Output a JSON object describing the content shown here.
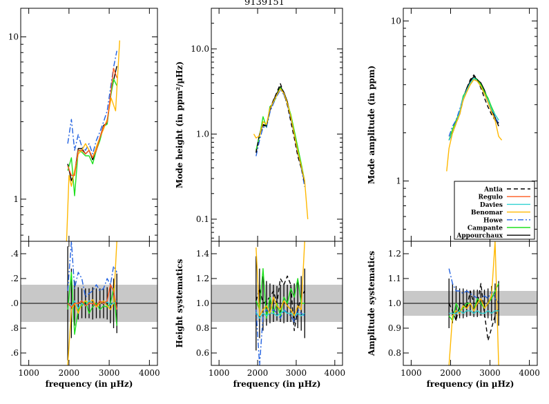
{
  "figure_title": "9139151",
  "colors": {
    "Antia": "#000000",
    "Regulo": "#ff5a1e",
    "Davies": "#2fd1d1",
    "Benomar": "#ffb800",
    "Howe": "#2060e0",
    "Campante": "#1ee01e",
    "Appourchaux": "#000000",
    "band": "#c8c8c8"
  },
  "legend": {
    "placement": "lower-right of right top panel",
    "entries": [
      "Antia",
      "Regulo",
      "Davies",
      "Benomar",
      "Howe",
      "Campante",
      "Appourchaux"
    ]
  },
  "chart_data": [
    {
      "type": "line",
      "panel": "left-top",
      "xlabel": "",
      "ylabel": "",
      "xlim": [
        800,
        4200
      ],
      "ylim": [
        0.55,
        15
      ],
      "yscale": "log",
      "yticks": [
        1,
        10
      ],
      "ytick_labels": [
        "1",
        "10"
      ],
      "x": [
        1970,
        2060,
        2140,
        2230,
        2320,
        2410,
        2500,
        2590,
        2680,
        2770,
        2860,
        2950,
        3030,
        3110,
        3190
      ],
      "series": [
        {
          "name": "Appourchaux",
          "y": [
            1.65,
            1.3,
            1.45,
            2.05,
            2.05,
            1.9,
            2.0,
            1.75,
            2.0,
            2.4,
            2.85,
            2.95,
            4.3,
            5.4,
            6.6
          ],
          "style": "solid"
        },
        {
          "name": "Campante",
          "y": [
            1.5,
            1.8,
            1.05,
            2.0,
            1.95,
            1.85,
            1.85,
            1.65,
            2.0,
            2.3,
            2.8,
            2.9,
            4.2,
            5.5,
            5.0
          ],
          "style": "solid"
        },
        {
          "name": "Howe",
          "y": [
            2.2,
            3.1,
            2.0,
            2.5,
            2.1,
            2.0,
            2.2,
            1.9,
            2.3,
            2.6,
            3.0,
            3.5,
            4.8,
            6.5,
            8.2
          ],
          "style": "dashdot"
        },
        {
          "name": "Benomar",
          "x": [
            1940,
            2000,
            2060,
            2140,
            2230,
            2320,
            2410,
            2500,
            2590,
            2680,
            2770,
            2860,
            2950,
            3050,
            3160,
            3260
          ],
          "y": [
            0.55,
            1.4,
            1.2,
            1.5,
            1.9,
            2.0,
            2.2,
            2.0,
            1.8,
            2.1,
            2.4,
            2.7,
            3.1,
            4.2,
            3.5,
            9.5
          ],
          "style": "solid"
        },
        {
          "name": "Regulo",
          "y": [
            1.6,
            1.4,
            1.4,
            2.0,
            2.0,
            1.9,
            2.0,
            1.8,
            2.0,
            2.4,
            2.8,
            3.0,
            4.3,
            6.4,
            5.6
          ],
          "style": "solid"
        }
      ]
    },
    {
      "type": "line",
      "panel": "mid-top",
      "xlabel": "",
      "ylabel": "Mode height (in ppm²/µHz)",
      "xlim": [
        800,
        4200
      ],
      "ylim": [
        0.055,
        30
      ],
      "yscale": "log",
      "yticks": [
        0.1,
        1.0,
        10.0
      ],
      "ytick_labels": [
        "0.1",
        "1.0",
        "10.0"
      ],
      "x": [
        1960,
        2050,
        2140,
        2230,
        2320,
        2410,
        2500,
        2590,
        2680,
        2770,
        2860,
        2950,
        3040,
        3130,
        3220
      ],
      "series": [
        {
          "name": "Appourchaux",
          "y": [
            0.62,
            1.0,
            1.3,
            1.25,
            1.9,
            2.5,
            3.0,
            3.6,
            3.1,
            2.4,
            1.6,
            1.0,
            0.6,
            0.42,
            0.27
          ],
          "style": "solid"
        },
        {
          "name": "Campante",
          "y": [
            0.65,
            0.95,
            1.6,
            1.2,
            2.1,
            2.3,
            2.9,
            3.5,
            3.0,
            2.3,
            1.7,
            1.1,
            0.7,
            0.45,
            0.28
          ],
          "style": "solid"
        },
        {
          "name": "Howe",
          "y": [
            0.55,
            0.85,
            1.2,
            1.2,
            1.8,
            2.3,
            2.8,
            3.3,
            2.9,
            2.2,
            1.5,
            1.0,
            0.6,
            0.4,
            0.24
          ],
          "style": "dashdot"
        },
        {
          "name": "Antia",
          "y": [
            0.6,
            1.0,
            1.25,
            1.25,
            2.0,
            2.5,
            3.1,
            3.9,
            3.0,
            2.2,
            1.4,
            0.9,
            0.55,
            0.4,
            0.27
          ],
          "style": "dash"
        },
        {
          "name": "Benomar",
          "x": [
            1900,
            1960,
            2050,
            2140,
            2230,
            2320,
            2410,
            2500,
            2590,
            2680,
            2770,
            2860,
            2950,
            3040,
            3130,
            3220,
            3300
          ],
          "y": [
            1.0,
            0.9,
            0.95,
            1.4,
            1.3,
            2.0,
            2.4,
            2.9,
            3.4,
            3.0,
            2.3,
            1.6,
            1.0,
            0.62,
            0.42,
            0.28,
            0.1
          ],
          "style": "solid"
        }
      ]
    },
    {
      "type": "line",
      "panel": "right-top",
      "xlabel": "",
      "ylabel": "Mode amplitude (in ppm)",
      "xlim": [
        800,
        4200
      ],
      "ylim": [
        0.42,
        12
      ],
      "yscale": "log",
      "yticks": [
        1,
        10
      ],
      "ytick_labels": [
        "1",
        "10"
      ],
      "x": [
        1960,
        2050,
        2140,
        2230,
        2320,
        2410,
        2500,
        2590,
        2680,
        2770,
        2860,
        2950,
        3040,
        3130,
        3220
      ],
      "series": [
        {
          "name": "Appourchaux",
          "y": [
            1.8,
            2.0,
            2.3,
            2.7,
            3.3,
            3.8,
            4.2,
            4.5,
            4.3,
            4.1,
            3.7,
            3.2,
            2.8,
            2.5,
            2.2
          ],
          "style": "solid"
        },
        {
          "name": "Campante",
          "y": [
            1.8,
            2.1,
            2.4,
            2.7,
            3.4,
            3.7,
            4.1,
            4.4,
            4.3,
            4.0,
            3.6,
            3.3,
            2.9,
            2.6,
            2.4
          ],
          "style": "solid"
        },
        {
          "name": "Howe",
          "y": [
            1.9,
            2.2,
            2.4,
            2.8,
            3.3,
            3.7,
            4.1,
            4.4,
            4.2,
            3.9,
            3.5,
            3.1,
            2.7,
            2.5,
            2.3
          ],
          "style": "dashdot"
        },
        {
          "name": "Antia",
          "y": [
            1.8,
            2.0,
            2.3,
            2.6,
            3.2,
            3.8,
            4.3,
            4.6,
            4.3,
            3.8,
            3.3,
            2.9,
            2.6,
            2.4,
            2.3
          ],
          "style": "dash"
        },
        {
          "name": "Davies",
          "y": [
            1.8,
            2.0,
            2.3,
            2.7,
            3.3,
            3.7,
            4.1,
            4.4,
            4.2,
            3.9,
            3.5,
            3.2,
            2.8,
            2.6,
            2.4
          ],
          "style": "solid"
        },
        {
          "name": "Benomar",
          "x": [
            1900,
            1960,
            2050,
            2140,
            2230,
            2320,
            2410,
            2500,
            2590,
            2680,
            2770,
            2860,
            2950,
            3040,
            3130,
            3220,
            3300
          ],
          "y": [
            1.15,
            1.6,
            2.0,
            2.3,
            2.6,
            3.2,
            3.6,
            4.0,
            4.3,
            4.2,
            3.9,
            3.5,
            3.1,
            2.7,
            2.4,
            1.9,
            1.8
          ],
          "style": "solid"
        }
      ]
    },
    {
      "type": "line",
      "panel": "left-bottom",
      "xlabel": "frequency (in µHz)",
      "ylabel": "",
      "xlim": [
        800,
        4200
      ],
      "ylim": [
        0.5,
        1.5
      ],
      "yticks": [
        0.6,
        0.8,
        1.0,
        1.2,
        1.4
      ],
      "ytick_labels": [
        ".6",
        ".8",
        ".0",
        ".2",
        ".4"
      ],
      "xticks": [
        1000,
        2000,
        3000,
        4000
      ],
      "xtick_labels": [
        "1000",
        "2000",
        "3000",
        "4000"
      ],
      "band": [
        0.85,
        1.15
      ],
      "reference": 1.0,
      "x": [
        1970,
        2060,
        2140,
        2230,
        2320,
        2410,
        2500,
        2590,
        2680,
        2770,
        2860,
        2950,
        3030,
        3110,
        3190
      ],
      "errors": [
        0.46,
        0.28,
        0.18,
        0.13,
        0.12,
        0.12,
        0.12,
        0.13,
        0.12,
        0.12,
        0.12,
        0.13,
        0.16,
        0.2,
        0.24
      ],
      "series": [
        {
          "name": "Howe",
          "y": [
            1.1,
            1.5,
            1.12,
            1.25,
            1.2,
            1.05,
            1.08,
            1.1,
            1.15,
            1.1,
            1.12,
            1.2,
            1.15,
            1.3,
            1.25
          ],
          "style": "dashdot"
        },
        {
          "name": "Campante",
          "y": [
            0.95,
            1.25,
            0.75,
            0.95,
            0.98,
            1.02,
            0.92,
            0.97,
            1.0,
            0.95,
            0.98,
            0.97,
            1.0,
            1.12,
            0.82
          ],
          "style": "solid"
        },
        {
          "name": "Benomar",
          "y": [
            0.5,
            0.95,
            1.0,
            0.92,
            1.0,
            1.02,
            1.0,
            1.03,
            0.97,
            1.0,
            1.02,
            0.98,
            0.95,
            1.0,
            1.5
          ],
          "style": "solid"
        },
        {
          "name": "Davies",
          "y": [
            1.0,
            0.98,
            1.02,
            0.96,
            1.0,
            0.98,
            1.02,
            1.0,
            0.98,
            1.02,
            1.0,
            1.01,
            0.99,
            1.0,
            1.02
          ],
          "style": "solid"
        },
        {
          "name": "Regulo",
          "y": [
            1.0,
            0.97,
            1.0,
            1.0,
            1.02,
            0.98,
            1.0,
            1.0,
            0.98,
            1.02,
            1.0,
            1.02,
            1.15,
            1.1,
            0.95
          ],
          "style": "solid"
        }
      ]
    },
    {
      "type": "line",
      "panel": "mid-bottom",
      "xlabel": "frequency (in µHz)",
      "ylabel": "Height systematics",
      "xlim": [
        800,
        4200
      ],
      "ylim": [
        0.5,
        1.5
      ],
      "yticks": [
        0.6,
        0.8,
        1.0,
        1.2,
        1.4
      ],
      "ytick_labels": [
        "0.6",
        "0.8",
        "1.0",
        "1.2",
        "1.4"
      ],
      "xticks": [
        1000,
        2000,
        3000,
        4000
      ],
      "xtick_labels": [
        "1000",
        "2000",
        "3000",
        "4000"
      ],
      "band": [
        0.85,
        1.15
      ],
      "reference": 1.0,
      "x": [
        1960,
        2050,
        2140,
        2230,
        2320,
        2410,
        2500,
        2590,
        2680,
        2770,
        2860,
        2950,
        3040,
        3130,
        3220
      ],
      "errors": [
        0.38,
        0.28,
        0.22,
        0.18,
        0.16,
        0.15,
        0.14,
        0.15,
        0.16,
        0.15,
        0.15,
        0.16,
        0.2,
        0.22,
        0.28
      ],
      "series": [
        {
          "name": "Antia",
          "y": [
            1.02,
            1.12,
            1.0,
            1.02,
            1.05,
            1.1,
            1.0,
            1.2,
            1.15,
            1.22,
            1.15,
            0.78,
            0.95,
            1.05,
            1.1
          ],
          "style": "dash"
        },
        {
          "name": "Campante",
          "y": [
            1.02,
            0.95,
            1.28,
            0.88,
            1.05,
            0.92,
            1.0,
            0.9,
            1.05,
            1.0,
            1.12,
            1.05,
            1.2,
            1.0,
            1.0
          ],
          "style": "solid"
        },
        {
          "name": "Howe",
          "y": [
            0.95,
            0.5,
            0.9,
            0.95,
            0.92,
            0.95,
            0.92,
            0.88,
            0.95,
            0.92,
            0.9,
            0.85,
            0.95,
            0.92,
            0.9
          ],
          "style": "dashdot"
        },
        {
          "name": "Davies",
          "y": [
            0.93,
            0.88,
            0.92,
            0.9,
            0.92,
            0.92,
            0.9,
            0.92,
            0.94,
            0.92,
            0.92,
            0.9,
            0.92,
            0.9,
            0.92
          ],
          "style": "solid"
        },
        {
          "name": "Benomar",
          "y": [
            1.45,
            0.9,
            0.95,
            0.98,
            0.92,
            1.05,
            0.98,
            0.95,
            1.02,
            0.98,
            0.95,
            0.9,
            0.98,
            0.95,
            1.5
          ],
          "style": "solid"
        }
      ]
    },
    {
      "type": "line",
      "panel": "right-bottom",
      "xlabel": "frequency (in µHz)",
      "ylabel": "Amplitude systematics",
      "xlim": [
        800,
        4200
      ],
      "ylim": [
        0.75,
        1.25
      ],
      "yticks": [
        0.8,
        0.9,
        1.0,
        1.1,
        1.2
      ],
      "ytick_labels": [
        "0.8",
        "0.9",
        "1.0",
        "1.1",
        "1.2"
      ],
      "xticks": [
        1000,
        2000,
        3000,
        4000
      ],
      "xtick_labels": [
        "1000",
        "2000",
        "3000",
        "4000"
      ],
      "band": [
        0.95,
        1.05
      ],
      "reference": 1.0,
      "x": [
        1960,
        2050,
        2140,
        2230,
        2320,
        2410,
        2500,
        2590,
        2680,
        2770,
        2860,
        2950,
        3040,
        3130,
        3220
      ],
      "errors": [
        0.1,
        0.08,
        0.07,
        0.06,
        0.06,
        0.055,
        0.05,
        0.055,
        0.055,
        0.05,
        0.055,
        0.06,
        0.07,
        0.08,
        0.09
      ],
      "series": [
        {
          "name": "Howe",
          "y": [
            1.14,
            1.08,
            1.05,
            1.05,
            1.04,
            1.05,
            1.04,
            1.03,
            1.02,
            1.02,
            1.03,
            1.02,
            1.05,
            1.02,
            1.0
          ],
          "style": "dashdot"
        },
        {
          "name": "Antia",
          "y": [
            1.0,
            0.97,
            0.93,
            1.0,
            1.0,
            0.98,
            1.05,
            1.0,
            1.0,
            1.08,
            0.96,
            0.85,
            0.9,
            0.95,
            0.98
          ],
          "style": "dash"
        },
        {
          "name": "Campante",
          "y": [
            0.95,
            0.93,
            1.0,
            0.97,
            0.98,
            1.0,
            1.0,
            0.97,
            1.02,
            1.0,
            0.98,
            1.0,
            1.02,
            1.05,
            1.08
          ],
          "style": "solid"
        },
        {
          "name": "Benomar",
          "y": [
            0.75,
            0.95,
            0.97,
            0.96,
            0.99,
            0.98,
            1.0,
            0.97,
            1.0,
            1.02,
            0.98,
            1.0,
            1.03,
            1.25,
            0.75
          ],
          "style": "solid"
        },
        {
          "name": "Davies",
          "y": [
            0.96,
            0.96,
            0.96,
            0.97,
            0.96,
            0.97,
            0.97,
            0.96,
            0.97,
            0.96,
            0.96,
            0.97,
            0.96,
            0.97,
            0.97
          ],
          "style": "solid"
        }
      ]
    }
  ]
}
